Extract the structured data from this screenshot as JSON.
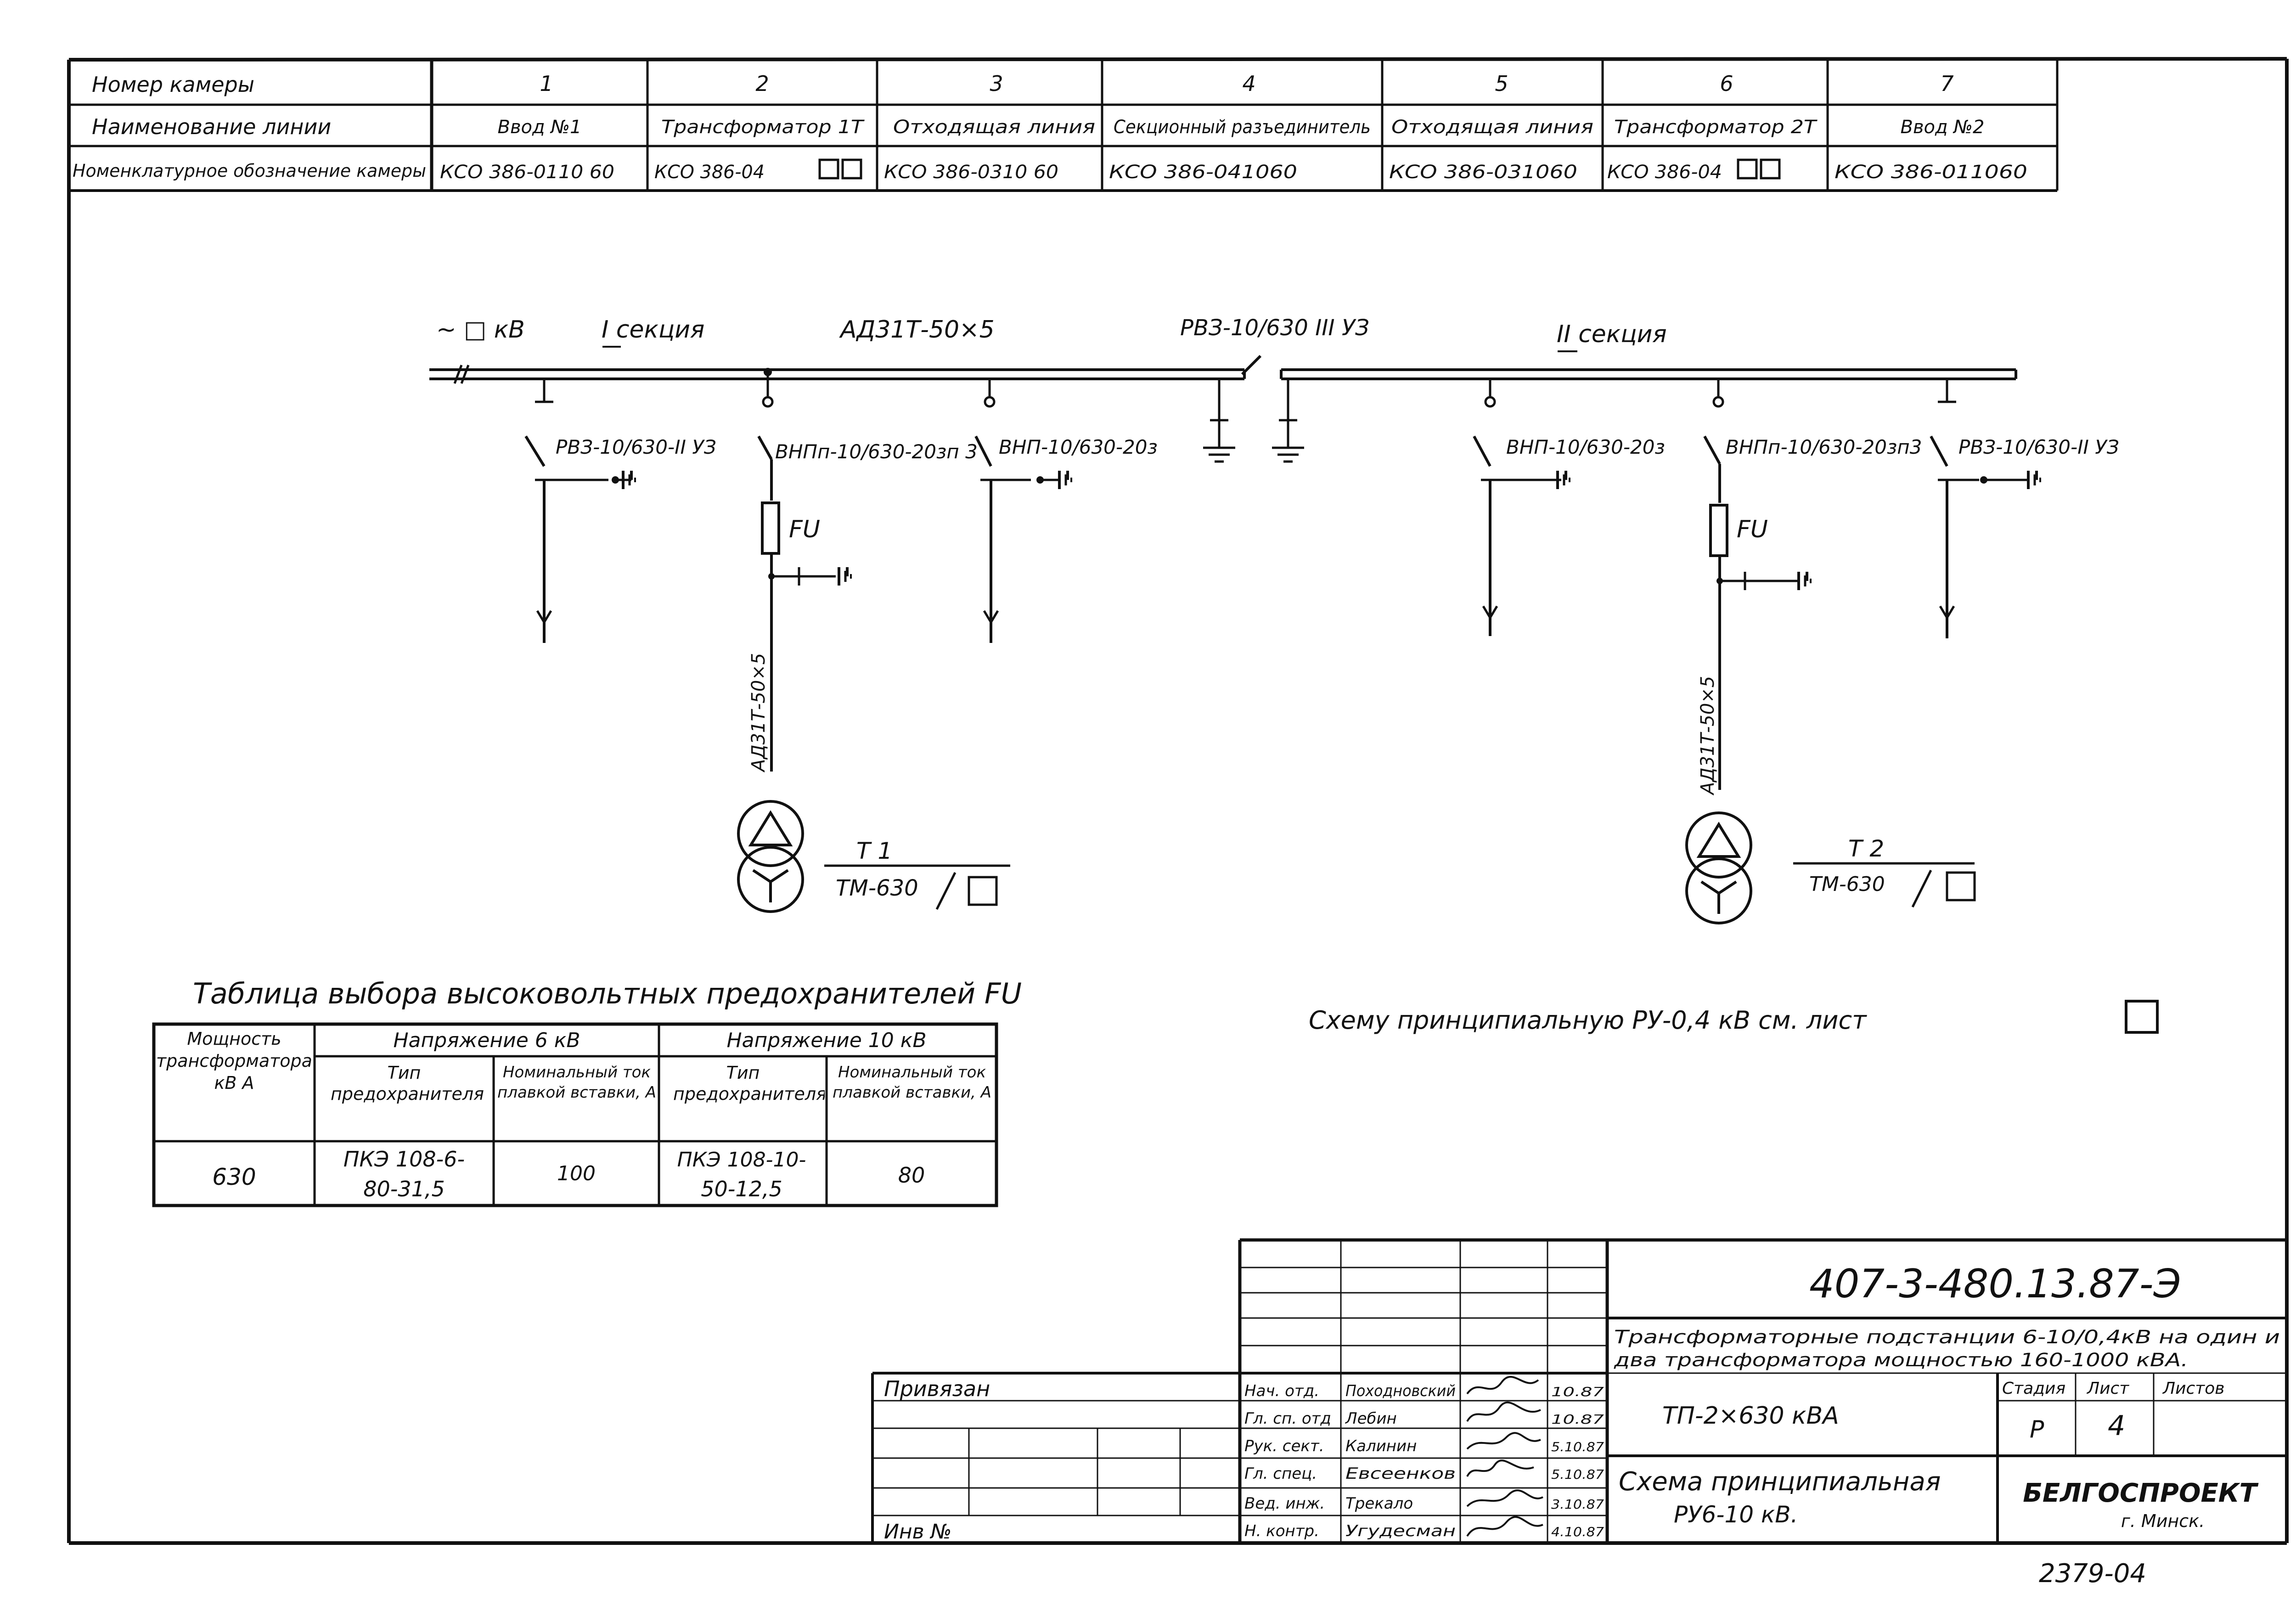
{
  "chambers": {
    "row_labels": {
      "number": "Номер камеры",
      "line_name": "Наименование линии",
      "designation": "Номенклатурное обозначение камеры"
    },
    "numbers": [
      "1",
      "2",
      "3",
      "4",
      "5",
      "6",
      "7"
    ],
    "names": [
      "Ввод №1",
      "Трансформатор 1Т",
      "Отходящая линия",
      "Секционный разъединитель",
      "Отходящая линия",
      "Трансформатор 2Т",
      "Ввод №2"
    ],
    "designations": [
      "КСО 386-0110 60",
      "КСО 386-04",
      "КСО 386-0310 60",
      "КСО 386-041060",
      "КСО 386-031060",
      "КСО 386-04",
      "КСО 386-011060"
    ]
  },
  "scheme": {
    "voltage": "~ □ кВ",
    "section_1": "I секция",
    "section_2": "II секция",
    "busbar": "АД31Т-50×5",
    "sectional_disconnector": "РВЗ-10/630 III УЗ",
    "devices": {
      "d1": "РВЗ-10/630-II УЗ",
      "d2": "ВНПп-10/630-20зп 3",
      "d3": "ВНП-10/630-20з",
      "d5": "ВНП-10/630-20з",
      "d6": "ВНПп-10/630-20зп3",
      "d7": "РВЗ-10/630-II УЗ"
    },
    "fuse": "FU",
    "cable": "АД31Т-50×5",
    "t1_name": "Т 1",
    "t1_type": "ТМ-630",
    "t2_name": "Т 2",
    "t2_type": "ТМ-630"
  },
  "note": "Схему принципиальную РУ-0,4 кВ см. лист",
  "fuse_table": {
    "title": "Таблица выбора высоковольтных предохранителей FU",
    "col_power": "Мощность трансформатора кВ А",
    "group_6": "Напряжение 6 кВ",
    "group_10": "Напряжение 10 кВ",
    "col_type": "Тип предохранителя",
    "col_current": "Номинальный ток плавкой вставки, А",
    "power": "630",
    "type_6_l1": "ПКЭ 108-6-",
    "type_6_l2": "80-31,5",
    "current_6": "100",
    "type_10_l1": "ПКЭ 108-10-",
    "type_10_l2": "50-12,5",
    "current_10": "80"
  },
  "title_block": {
    "code": "407-3-480.13.87-Э",
    "project_l1": "Трансформаторные подстанции 6-10/0,4кВ на один и",
    "project_l2": "два трансформатора мощностью 160-1000 кВА.",
    "object": "ТП-2×630 кВА",
    "drawing_l1": "Схема принципиальная",
    "drawing_l2": "РУ6-10 кВ.",
    "stage_label": "Стадия",
    "sheet_label": "Лист",
    "sheets_label": "Листов",
    "stage": "Р",
    "sheet": "4",
    "org": "БЕЛГОСПРОЕКТ",
    "city": "г. Минск.",
    "bound": "Привязан",
    "inv": "Инв №",
    "staff": [
      {
        "role": "Нач. отд.",
        "name": "Походновский",
        "date": "10.87"
      },
      {
        "role": "Гл. сп. отд",
        "name": "Лебин",
        "date": "10.87"
      },
      {
        "role": "Рук. сект.",
        "name": "Калинин",
        "date": "5.10.87"
      },
      {
        "role": "Гл. спец.",
        "name": "Евсеенков",
        "date": "5.10.87"
      },
      {
        "role": "Вед. инж.",
        "name": "Трекало",
        "date": "3.10.87"
      },
      {
        "role": "Н. контр.",
        "name": "Угудесман",
        "date": "4.10.87"
      }
    ]
  },
  "archive_no": "2379-04"
}
